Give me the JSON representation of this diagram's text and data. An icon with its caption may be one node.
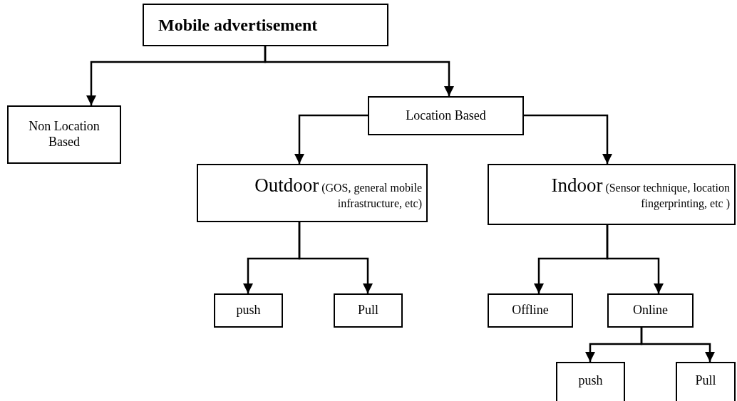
{
  "diagram": {
    "nodes": [
      {
        "text": [
          "Mobile advertisement"
        ]
      },
      {
        "text": [
          "Non Location Based"
        ]
      },
      {
        "text": [
          "Location Based"
        ]
      },
      {
        "text": [
          "Outdoor",
          "(GOS, general mobile infrastructure, etc)"
        ]
      },
      {
        "text": [
          "Indoor",
          "(Sensor technique, location fingerprinting, etc )"
        ]
      },
      {
        "text": [
          "push"
        ]
      },
      {
        "text": [
          "Pull"
        ]
      },
      {
        "text": [
          "Offline"
        ]
      },
      {
        "text": [
          "Online"
        ]
      },
      {
        "text": [
          "push"
        ]
      },
      {
        "text": [
          "Pull"
        ]
      }
    ],
    "edges": [
      {
        "from": 0,
        "to": 1,
        "arrow": "to"
      },
      {
        "from": 0,
        "to": 2,
        "arrow": "to"
      },
      {
        "from": 2,
        "to": 3,
        "arrow": "to"
      },
      {
        "from": 2,
        "to": 4,
        "arrow": "to"
      },
      {
        "from": 3,
        "to": 5,
        "arrow": "to"
      },
      {
        "from": 3,
        "to": 6,
        "arrow": "to"
      },
      {
        "from": 4,
        "to": 7,
        "arrow": "to"
      },
      {
        "from": 4,
        "to": 8,
        "arrow": "to"
      },
      {
        "from": 8,
        "to": 9,
        "arrow": "to"
      },
      {
        "from": 8,
        "to": 10,
        "arrow": "to"
      }
    ]
  }
}
